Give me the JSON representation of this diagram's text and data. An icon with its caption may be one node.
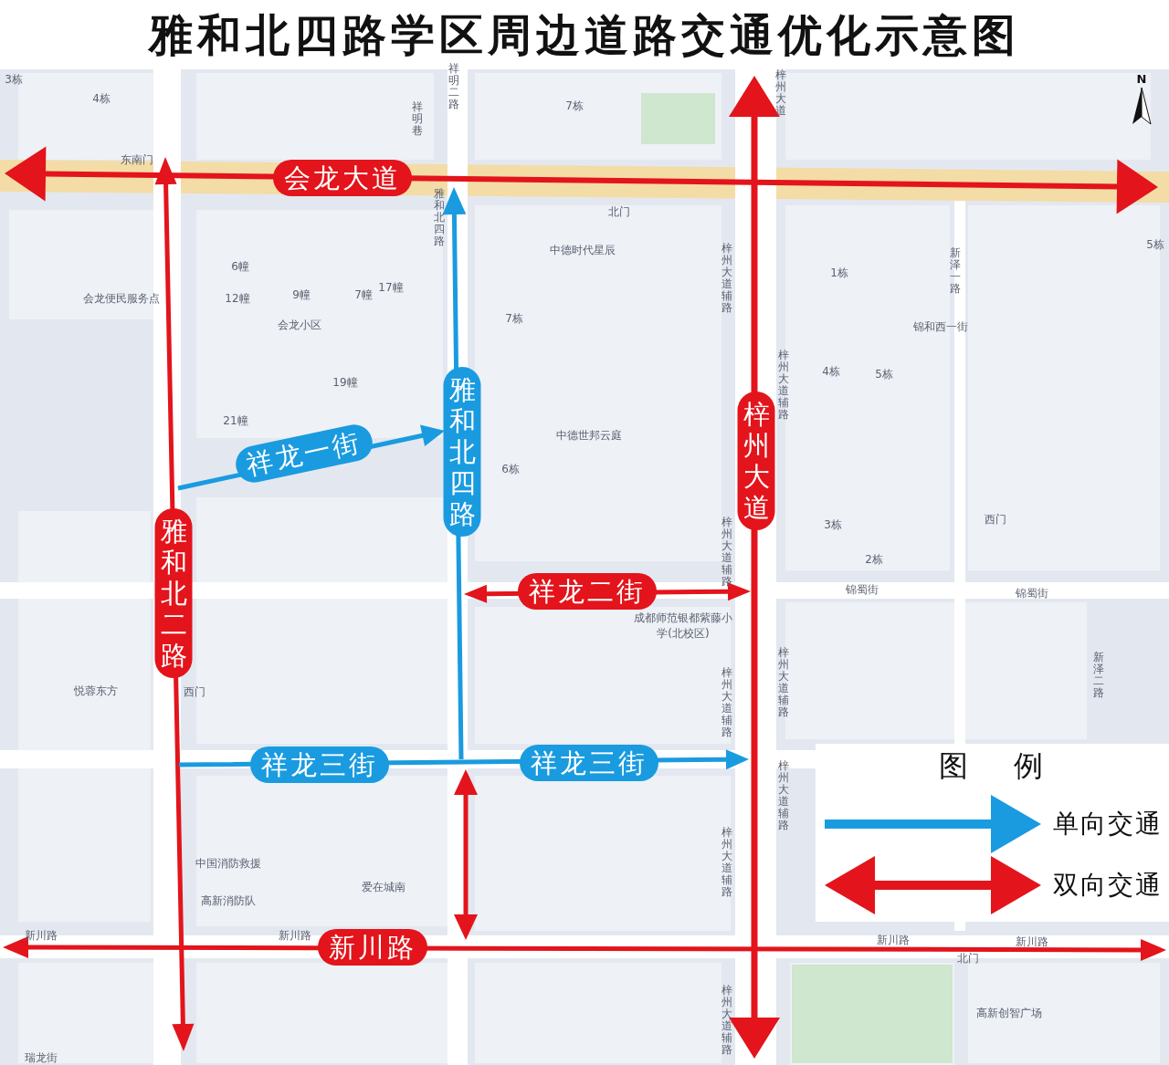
{
  "diagram": {
    "title": "雅和北四路学区周边道路交通优化示意图",
    "labels": [
      "3栋",
      "4栋",
      "祥明二路",
      "祥明巷",
      "7栋",
      "梓州大道",
      "会龙大道",
      "东南门",
      "雅和北四路",
      "北门",
      "6幢",
      "中德时代星辰",
      "新泽一路",
      "1栋",
      "5栋",
      "12幢",
      "9幢",
      "7幢",
      "17幢",
      "会龙便民服务点",
      "梓州大道辅路",
      "会龙小区",
      "7栋",
      "锦和西一街",
      "4栋",
      "5栋",
      "梓州大道辅路",
      "19幢",
      "雅和北四路",
      "梓州大道",
      "21幢",
      "中德世邦云庭",
      "祥龙一街",
      "6栋",
      "3栋",
      "西门",
      "雅和北二路",
      "梓州大道辅路",
      "2栋",
      "祥龙二街",
      "锦蜀街",
      "锦蜀街",
      "成都师范银都紫藤小学(北校区)",
      "梓州大道辅路",
      "新泽二路",
      "悦蓉东方",
      "西门",
      "梓州大道辅路",
      "祥龙三街",
      "祥龙三街",
      "图 例",
      "梓州大道辅路",
      "中国消防救援",
      "梓州大道辅路",
      "爱在城南",
      "高新消防队",
      "新川路",
      "新川路",
      "新川路",
      "新川路",
      "新川路",
      "北门",
      "高新创智广场",
      "梓州大道辅路",
      "瑞龙街",
      "N"
    ],
    "legend": [
      {
        "text": "单向交通"
      },
      {
        "text": "双向交通"
      }
    ]
  }
}
